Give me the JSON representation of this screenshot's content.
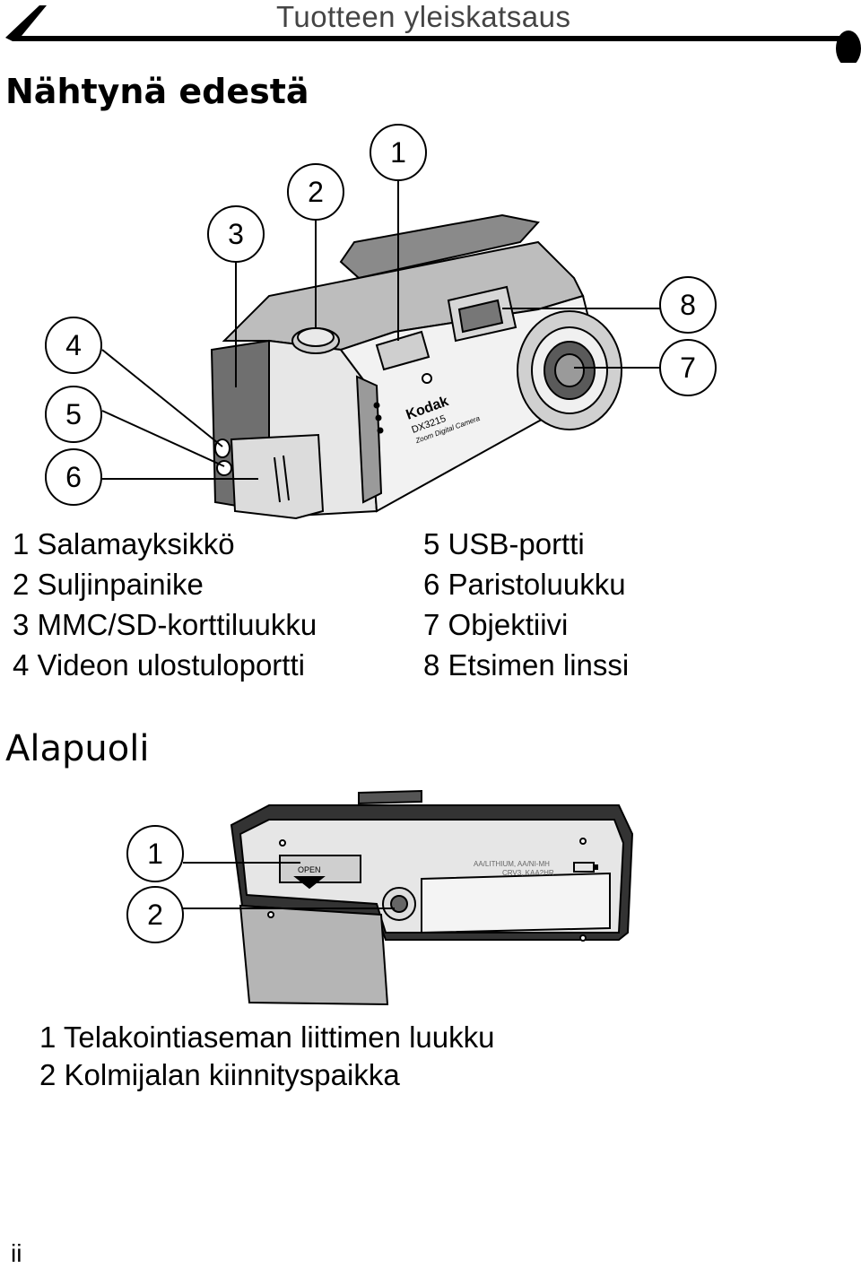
{
  "header": {
    "title": "Tuotteen yleiskatsaus"
  },
  "front_view": {
    "title": "Nähtynä edestä",
    "callouts": [
      "1",
      "2",
      "3",
      "4",
      "5",
      "6",
      "7",
      "8"
    ],
    "camera_brand": "Kodak",
    "camera_model": "DX3215",
    "camera_subtitle": "Zoom Digital Camera",
    "legend_left": [
      "1 Salamayksikkö",
      "2 Suljinpainike",
      "3 MMC/SD-korttiluukku",
      "4 Videon ulostuloportti"
    ],
    "legend_right": [
      "5 USB-portti",
      "6 Paristoluukku",
      "7 Objektiivi",
      "8 Etsimen linssi"
    ]
  },
  "bottom_view": {
    "title": "Alapuoli",
    "callouts": [
      "1",
      "2"
    ],
    "door_label": "OPEN",
    "battery_label_line1": "AA/LITHIUM, AA/NI-MH",
    "battery_label_line2": "CRV3, KAA2HR",
    "legend": [
      "1 Telakointiaseman liittimen luukku",
      "2 Kolmijalan kiinnityspaikka"
    ]
  },
  "footer": {
    "page_number": "ii"
  }
}
